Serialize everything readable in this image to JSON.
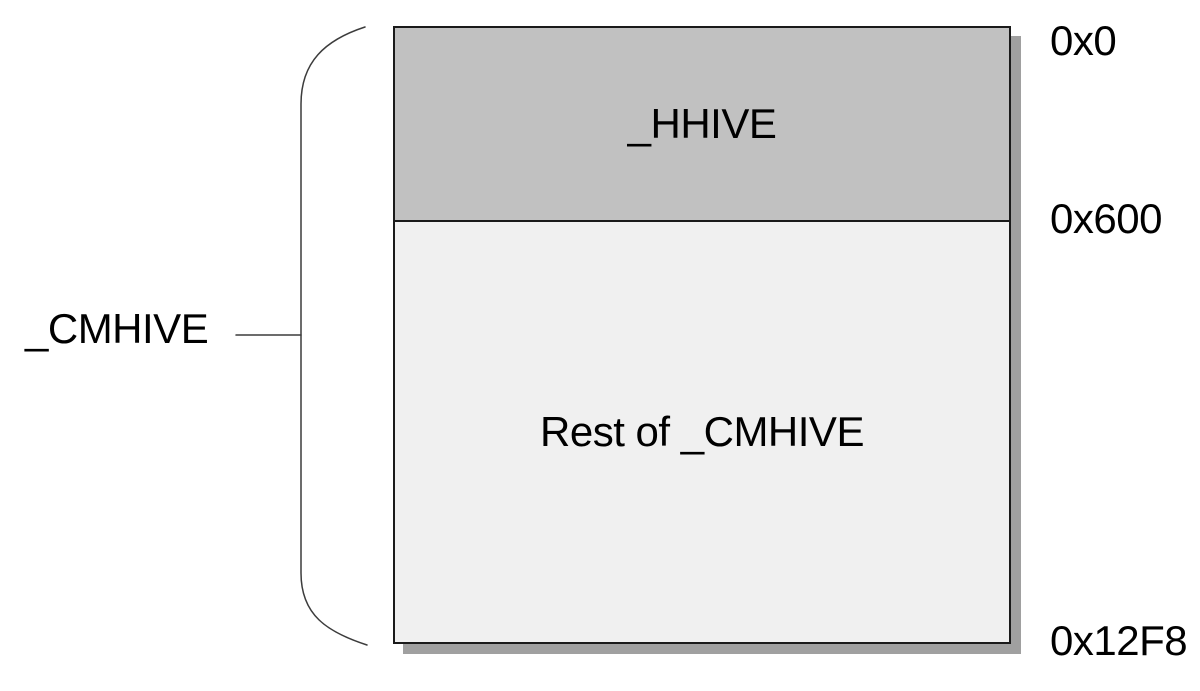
{
  "diagram": {
    "struct_label": "_CMHIVE",
    "box": {
      "sections": [
        {
          "label": "_HHIVE",
          "fill": "#c1c1c1",
          "start_offset": "0x0",
          "end_offset": "0x600"
        },
        {
          "label": "Rest of _CMHIVE",
          "fill": "#f0f0f0",
          "start_offset": "0x600",
          "end_offset": "0x12F8"
        }
      ]
    },
    "offset_labels": {
      "top": "0x0",
      "middle": "0x600",
      "bottom": "0x12F8"
    },
    "colors": {
      "hhive_fill": "#c1c1c1",
      "rest_fill": "#f0f0f0",
      "border": "#1a1a1a",
      "shadow": "#a0a0a0",
      "line": "#3c3c3c",
      "text": "#000000",
      "background": "#ffffff"
    }
  }
}
